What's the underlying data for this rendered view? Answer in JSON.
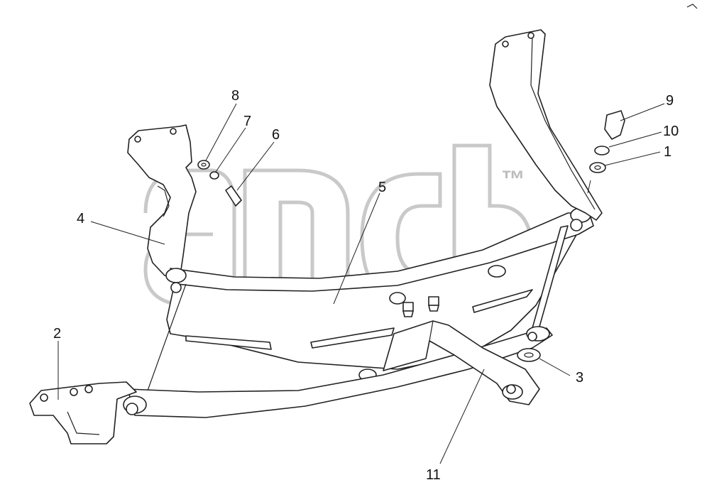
{
  "callouts": {
    "c1": "1",
    "c2": "2",
    "c3": "3",
    "c4": "4",
    "c5": "5",
    "c6": "6",
    "c7": "7",
    "c8": "8",
    "c9": "9",
    "c10": "10",
    "c11": "11"
  },
  "watermark": {
    "mark": "™"
  }
}
